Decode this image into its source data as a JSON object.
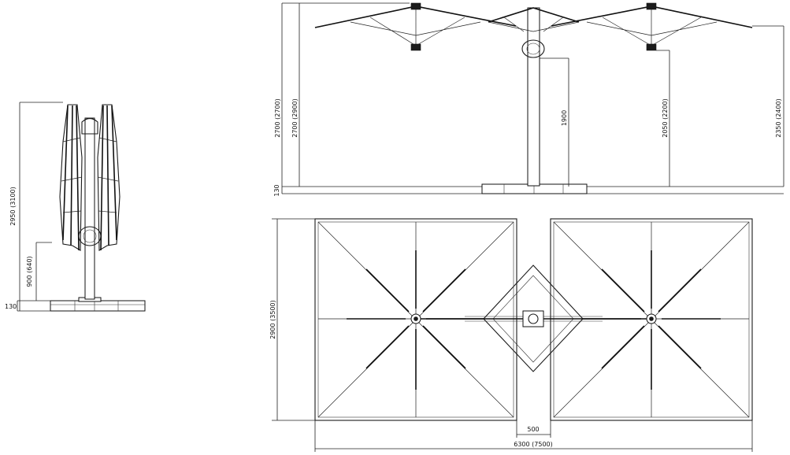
{
  "drawing": {
    "closed_view": {
      "height_label": "2950 (3100)",
      "crank_height_label": "900 (640)",
      "base_label": "130"
    },
    "side_view": {
      "total_height_a": "2700 (2700)",
      "total_height_b": "2700 (2900)",
      "base_label": "130",
      "pole_height": "1900",
      "edge_height_mid": "2050 (2200)",
      "edge_height_right": "2350 (2400)"
    },
    "plan_view": {
      "depth_label": "2900 (3500)",
      "gap_label": "500",
      "width_label": "6300 (7500)"
    }
  }
}
